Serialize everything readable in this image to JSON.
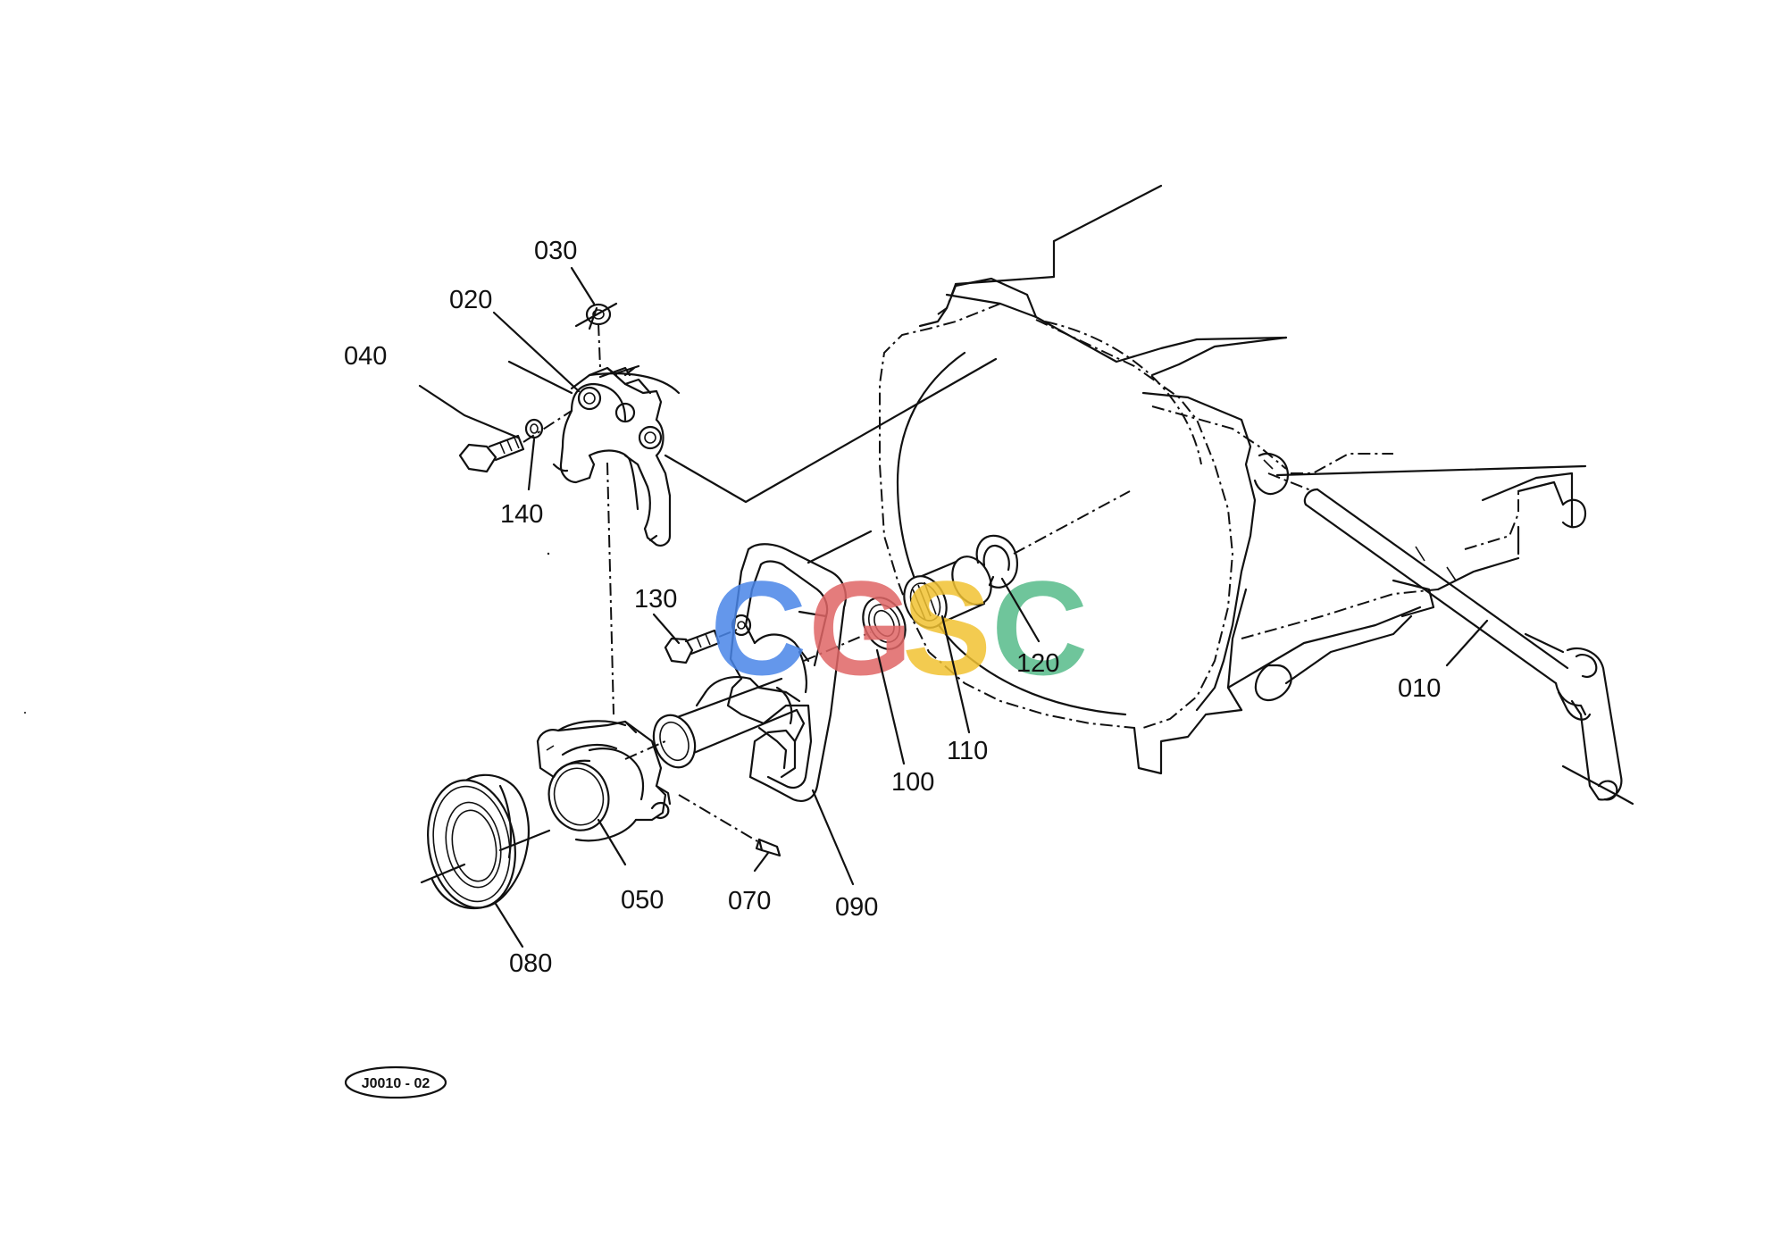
{
  "diagram_code": "J0010 - 02",
  "watermark": {
    "letters": [
      "C",
      "G",
      "S",
      "C"
    ],
    "colors": [
      "#4a86e8",
      "#e06666",
      "#f1c232",
      "#57bb8a"
    ]
  },
  "callouts": [
    {
      "id": "p010",
      "text": "010"
    },
    {
      "id": "p020",
      "text": "020"
    },
    {
      "id": "p030",
      "text": "030"
    },
    {
      "id": "p040",
      "text": "040"
    },
    {
      "id": "p050",
      "text": "050"
    },
    {
      "id": "p070",
      "text": "070"
    },
    {
      "id": "p080",
      "text": "080"
    },
    {
      "id": "p090",
      "text": "090"
    },
    {
      "id": "p100",
      "text": "100"
    },
    {
      "id": "p110",
      "text": "110"
    },
    {
      "id": "p120",
      "text": "120"
    },
    {
      "id": "p130",
      "text": "130"
    },
    {
      "id": "p140",
      "text": "140"
    }
  ]
}
